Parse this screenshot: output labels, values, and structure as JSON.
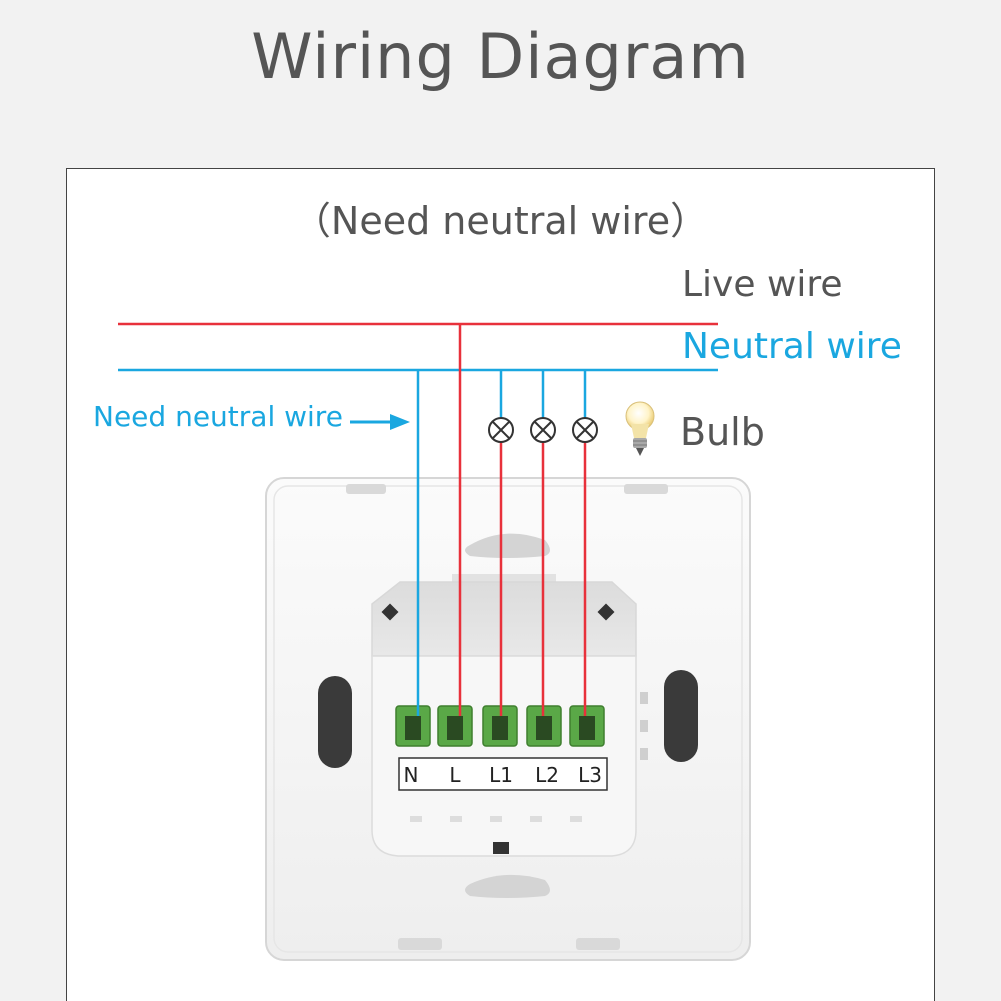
{
  "title": "Wiring Diagram",
  "subtitle": "（Need neutral wire）",
  "labels": {
    "live_wire": "Live wire",
    "neutral_wire": "Neutral wire",
    "need_neutral": "Need neutral wire",
    "bulb": "Bulb"
  },
  "terminals": [
    "N",
    "L",
    "L1",
    "L2",
    "L3"
  ],
  "colors": {
    "live": "#e8313b",
    "neutral": "#1aa7e0",
    "terminal": "#5aa847",
    "text": "#555555"
  },
  "icons": [
    "arrow-right-icon",
    "bulb-icon",
    "lamp-symbol-icon"
  ]
}
